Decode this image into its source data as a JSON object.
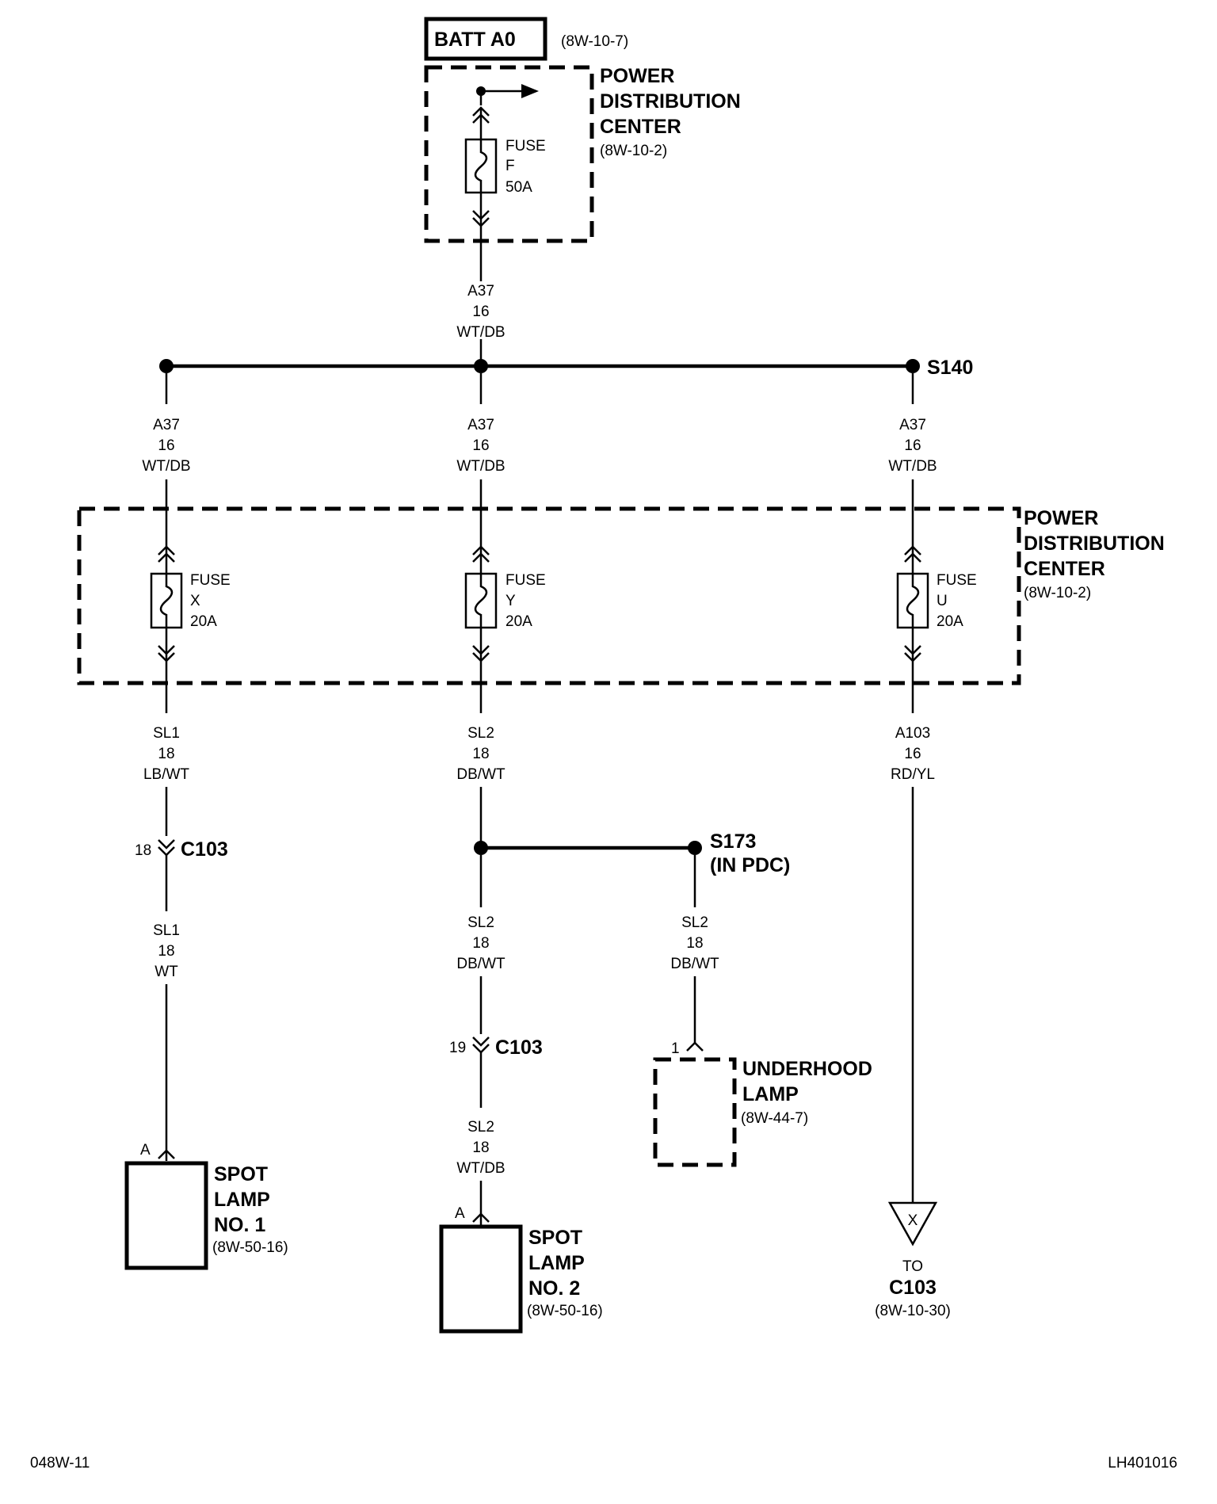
{
  "batt": {
    "label": "BATT A0",
    "ref": "(8W-10-7)"
  },
  "pdc_top": {
    "line1": "POWER",
    "line2": "DISTRIBUTION",
    "line3": "CENTER",
    "ref": "(8W-10-2)"
  },
  "pdc_mid": {
    "line1": "POWER",
    "line2": "DISTRIBUTION",
    "line3": "CENTER",
    "ref": "(8W-10-2)"
  },
  "fuse_f": {
    "l1": "FUSE",
    "l2": "F",
    "l3": "50A"
  },
  "fuse_x": {
    "l1": "FUSE",
    "l2": "X",
    "l3": "20A"
  },
  "fuse_y": {
    "l1": "FUSE",
    "l2": "Y",
    "l3": "20A"
  },
  "fuse_u": {
    "l1": "FUSE",
    "l2": "U",
    "l3": "20A"
  },
  "wire_top": {
    "circuit": "A37",
    "gauge": "16",
    "color": "WT/DB"
  },
  "wire_left": {
    "circuit": "A37",
    "gauge": "16",
    "color": "WT/DB"
  },
  "wire_mid": {
    "circuit": "A37",
    "gauge": "16",
    "color": "WT/DB"
  },
  "wire_right": {
    "circuit": "A37",
    "gauge": "16",
    "color": "WT/DB"
  },
  "splice_s140": "S140",
  "wire_sl1_a": {
    "circuit": "SL1",
    "gauge": "18",
    "color": "LB/WT"
  },
  "wire_sl2_a": {
    "circuit": "SL2",
    "gauge": "18",
    "color": "DB/WT"
  },
  "wire_a103": {
    "circuit": "A103",
    "gauge": "16",
    "color": "RD/YL"
  },
  "conn_left": {
    "pin": "18",
    "name": "C103"
  },
  "conn_mid": {
    "pin": "19",
    "name": "C103"
  },
  "splice_s173": {
    "line1": "S173",
    "line2": "(IN PDC)"
  },
  "wire_sl1_b": {
    "circuit": "SL1",
    "gauge": "18",
    "color": "WT"
  },
  "wire_sl2_b": {
    "circuit": "SL2",
    "gauge": "18",
    "color": "DB/WT"
  },
  "wire_sl2_c": {
    "circuit": "SL2",
    "gauge": "18",
    "color": "DB/WT"
  },
  "wire_sl2_d": {
    "circuit": "SL2",
    "gauge": "18",
    "color": "WT/DB"
  },
  "underhood": {
    "pin": "1",
    "line1": "UNDERHOOD",
    "line2": "LAMP",
    "ref": "(8W-44-7)"
  },
  "spot1": {
    "pin": "A",
    "line1": "SPOT",
    "line2": "LAMP",
    "line3": "NO. 1",
    "ref": "(8W-50-16)"
  },
  "spot2": {
    "pin": "A",
    "line1": "SPOT",
    "line2": "LAMP",
    "line3": "NO. 2",
    "ref": "(8W-50-16)"
  },
  "to_c103": {
    "symbol": "X",
    "line1": "TO",
    "line2": "C103",
    "ref": "(8W-10-30)"
  },
  "footer": {
    "left": "048W-11",
    "right": "LH401016"
  }
}
